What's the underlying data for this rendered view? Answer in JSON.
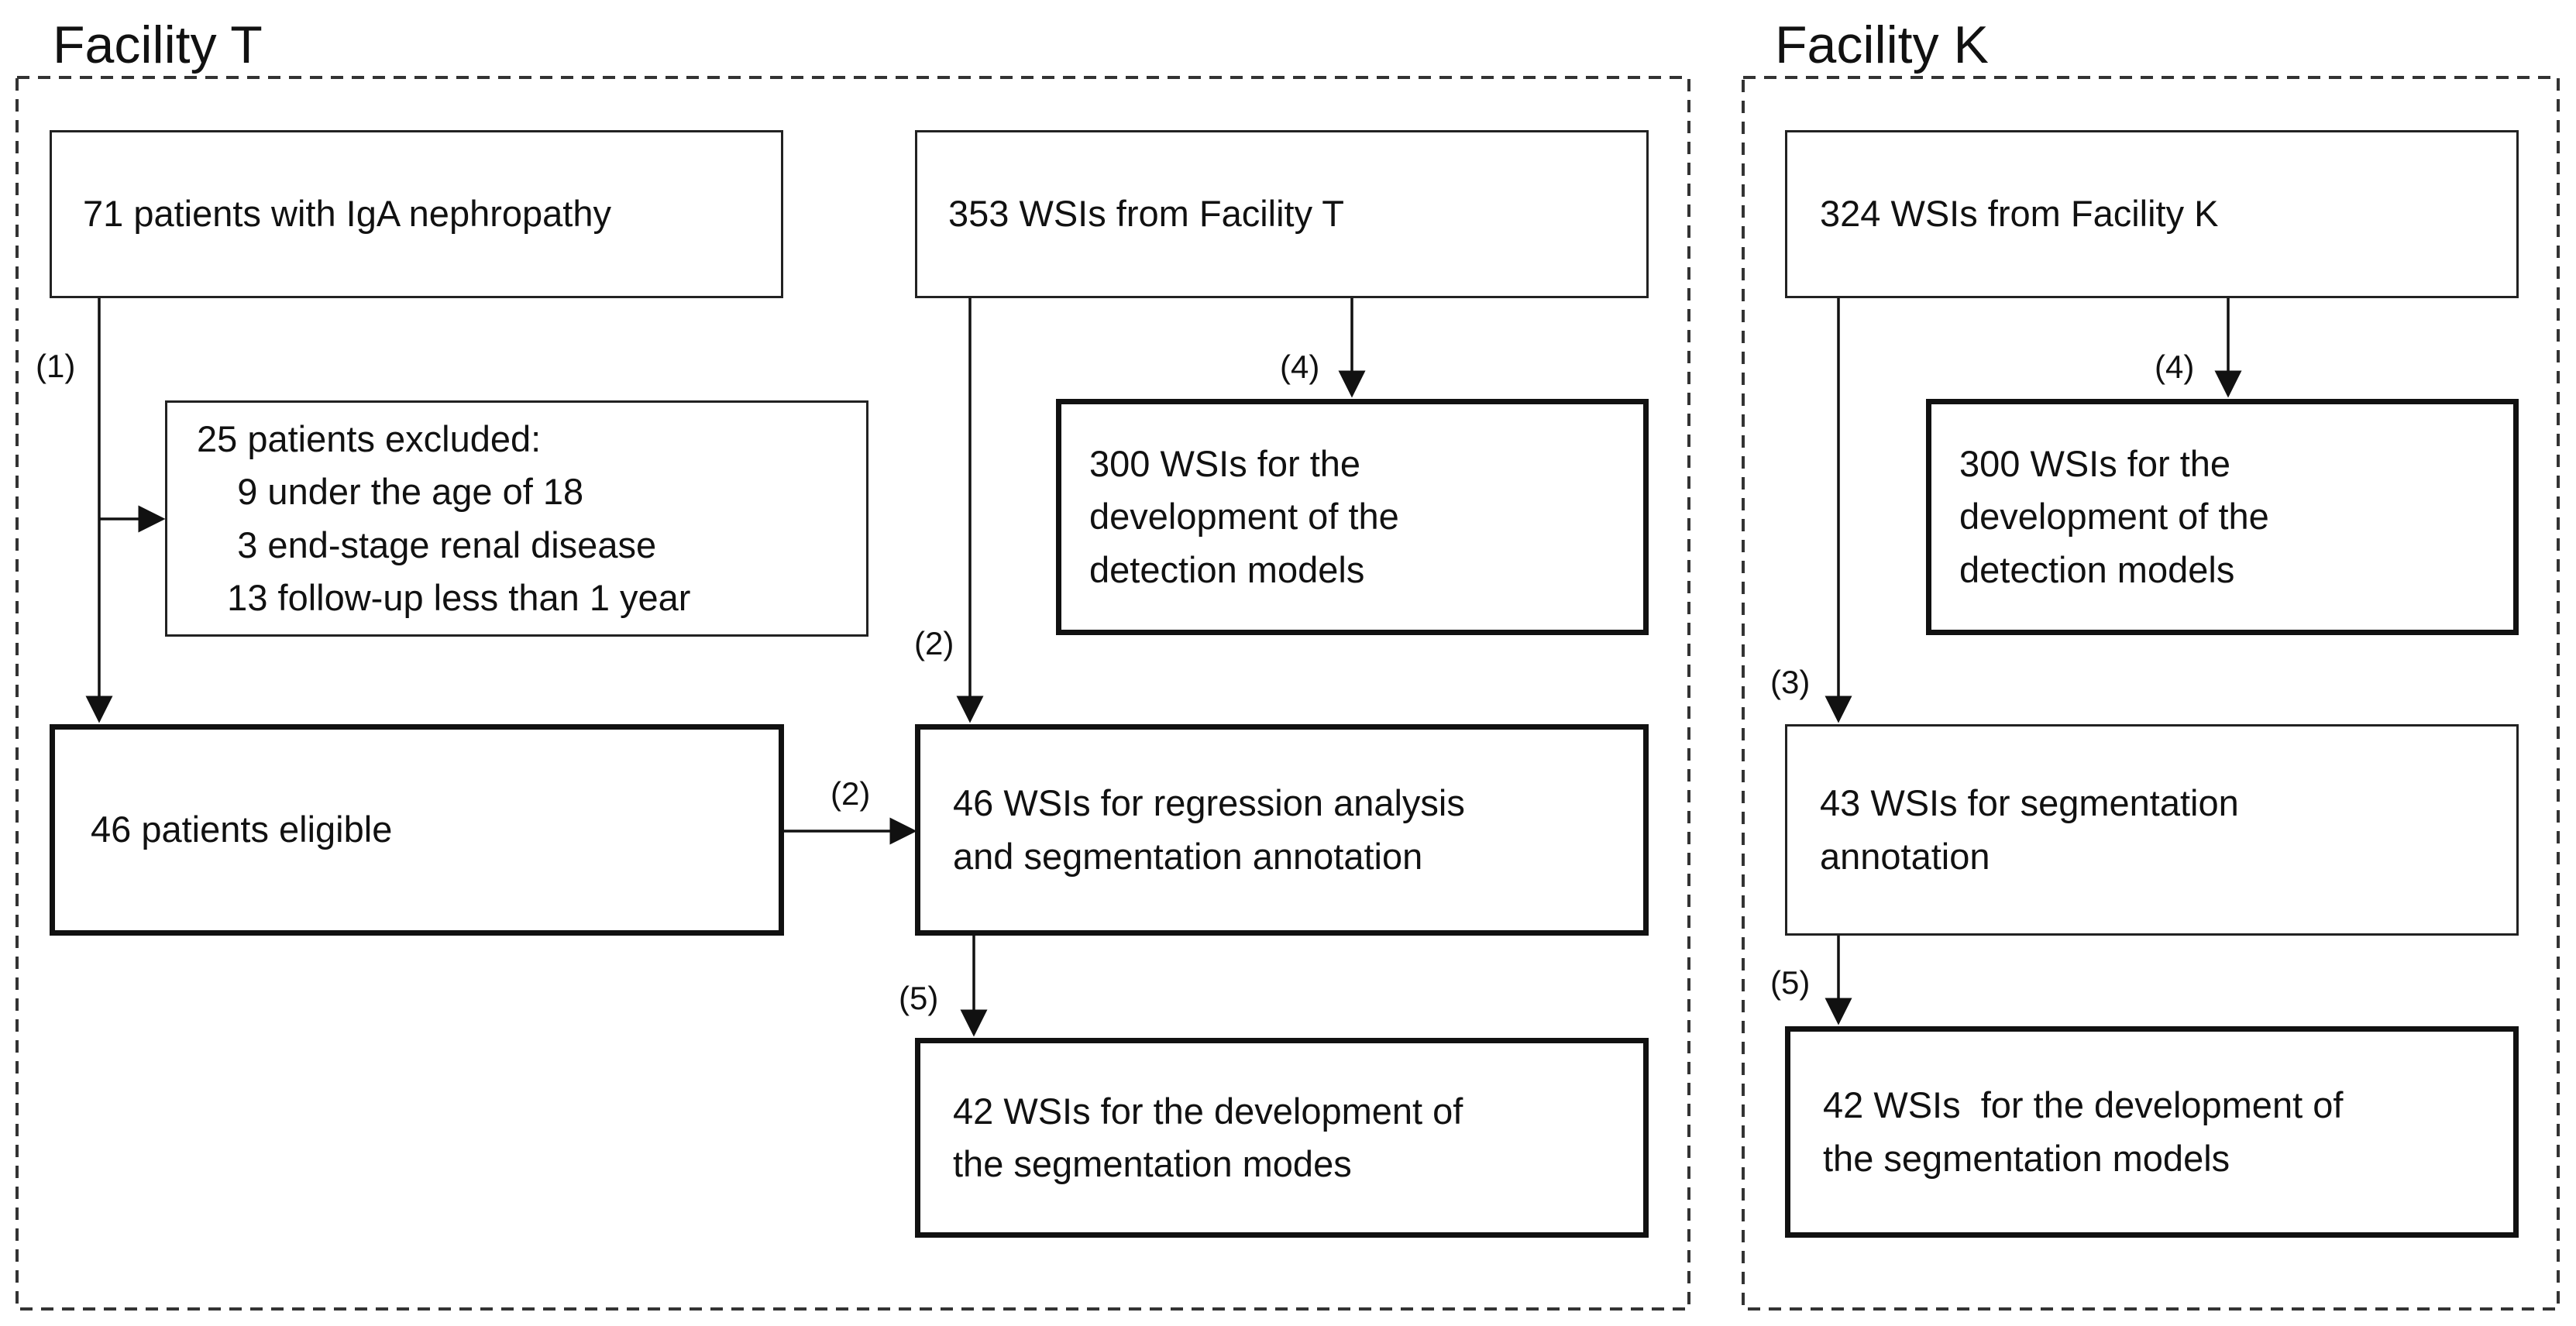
{
  "groups": {
    "facility_t": {
      "title": "Facility T"
    },
    "facility_k": {
      "title": "Facility K"
    }
  },
  "nodes": {
    "t_patients": {
      "lines": [
        "71 patients with IgA nephropathy"
      ]
    },
    "t_excluded": {
      "lines": [
        "25 patients excluded:",
        "    9 under the age of 18",
        "    3 end-stage renal disease",
        "   13 follow-up less than 1 year"
      ]
    },
    "t_eligible": {
      "lines": [
        "46 patients eligible"
      ]
    },
    "t_wsis": {
      "lines": [
        "353 WSIs from Facility T"
      ]
    },
    "t_detection": {
      "lines": [
        "300 WSIs for the",
        "development of the",
        "detection models"
      ]
    },
    "t_regression": {
      "lines": [
        "46 WSIs for regression analysis",
        "and segmentation annotation"
      ]
    },
    "t_segmentation": {
      "lines": [
        "42 WSIs for the development of",
        "the segmentation modes"
      ]
    },
    "k_wsis": {
      "lines": [
        "324 WSIs from Facility K"
      ]
    },
    "k_detection": {
      "lines": [
        "300 WSIs for the",
        "development of the",
        "detection models"
      ]
    },
    "k_annotation": {
      "lines": [
        "43 WSIs for segmentation",
        "annotation"
      ]
    },
    "k_segmentation": {
      "lines": [
        "42 WSIs  for the development of",
        "the segmentation models"
      ]
    }
  },
  "edge_labels": {
    "step1": "(1)",
    "step2_wsi": "(2)",
    "step2_patients": "(2)",
    "step4_t": "(4)",
    "step5_t": "(5)",
    "step4_k": "(4)",
    "step3_k": "(3)",
    "step5_k": "(5)"
  },
  "colors": {
    "line": "#111111",
    "box_border": "#222222",
    "background": "#ffffff"
  }
}
